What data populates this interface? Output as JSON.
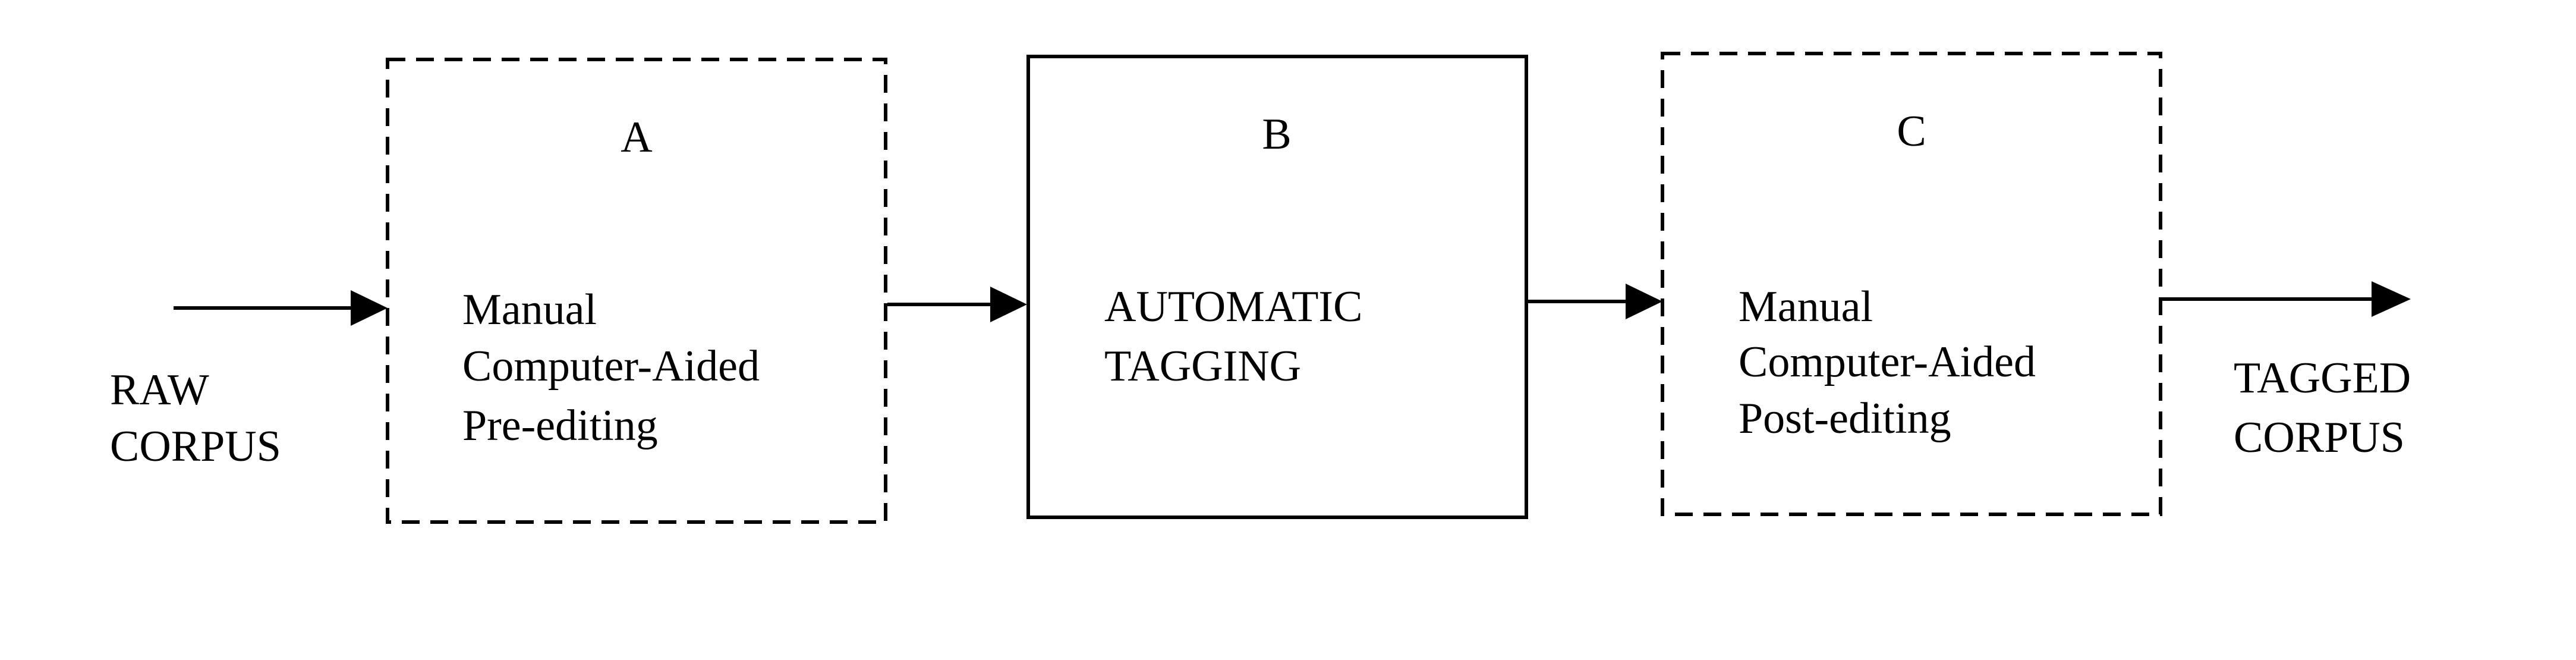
{
  "input_label": {
    "line1": "RAW",
    "line2": "CORPUS"
  },
  "output_label": {
    "line1": "TAGGED",
    "line2": "CORPUS"
  },
  "boxes": [
    {
      "letter": "A",
      "lines": [
        "Manual",
        "Computer-Aided",
        "Pre-editing"
      ],
      "border": "dashed"
    },
    {
      "letter": "B",
      "lines": [
        "AUTOMATIC",
        "TAGGING"
      ],
      "border": "solid"
    },
    {
      "letter": "C",
      "lines": [
        "Manual",
        "Computer-Aided",
        "Post-editing"
      ],
      "border": "dashed"
    }
  ],
  "colors": {
    "stroke": "#000000",
    "background": "#ffffff"
  }
}
